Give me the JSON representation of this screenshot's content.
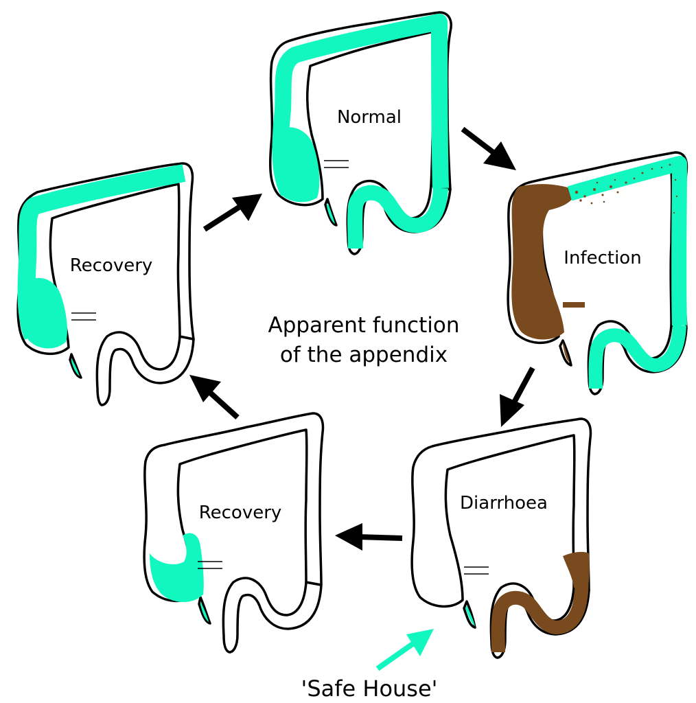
{
  "title": "Apparent function of the appendix",
  "title_lines": [
    "Apparent function",
    "of the appendix"
  ],
  "colors": {
    "healthy_flora": "#12f7c0",
    "pathogen": "#7a4a1f",
    "arrow": "#000000",
    "safe_house_arrow": "#12f7c0",
    "outline": "#000000"
  },
  "stages": [
    {
      "id": "normal",
      "label": "Normal"
    },
    {
      "id": "infection",
      "label": "Infection"
    },
    {
      "id": "diarrhoea",
      "label": "Diarrhoea"
    },
    {
      "id": "recovery-1",
      "label": "Recovery"
    },
    {
      "id": "recovery-2",
      "label": "Recovery"
    }
  ],
  "safe_house": {
    "label": "'Safe House'"
  }
}
